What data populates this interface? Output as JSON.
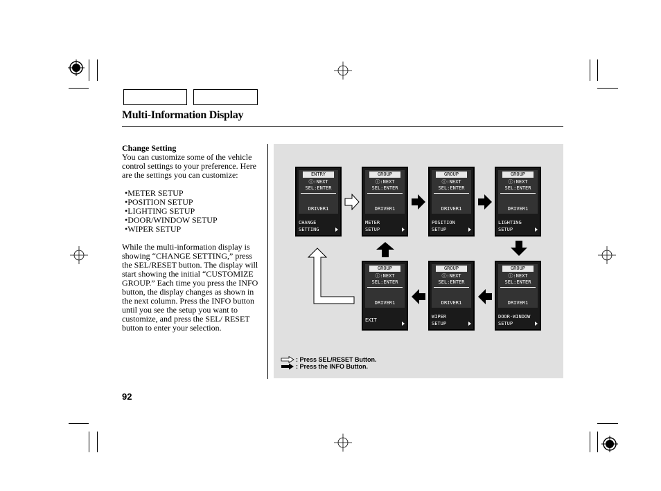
{
  "header": {
    "title": "Multi-Information Display"
  },
  "change_setting": {
    "heading": "Change Setting",
    "intro": "You can customize some of the vehicle control settings to your preference. Here are the settings you can customize:",
    "items": [
      "METER SETUP",
      "POSITION SETUP",
      "LIGHTING SETUP",
      "DOOR/WINDOW SETUP",
      "WIPER SETUP"
    ],
    "body": "While the multi-information display is showing “CHANGE SETTING,” press the SEL/RESET button. The display will start showing the initial “CUSTOMIZE GROUP.” Each time you press the INFO button, the display changes as shown in the next column. Press the INFO button until you see the setup you want to customize, and press the SEL/ RESET button to enter your selection."
  },
  "screens": [
    {
      "group": "ENTRY",
      "line1": "ⓘ:NEXT",
      "line2": "SEL:ENTER",
      "driver": "DRIVER1",
      "bottom1": "CHANGE",
      "bottom2": "SETTING"
    },
    {
      "group": "GROUP",
      "line1": "ⓘ:NEXT",
      "line2": "SEL:ENTER",
      "driver": "DRIVER1",
      "bottom1": "METER",
      "bottom2": "SETUP"
    },
    {
      "group": "GROUP",
      "line1": "ⓘ:NEXT",
      "line2": "SEL:ENTER",
      "driver": "DRIVER1",
      "bottom1": "POSITION",
      "bottom2": "SETUP"
    },
    {
      "group": "GROUP",
      "line1": "ⓘ:NEXT",
      "line2": "SEL:ENTER",
      "driver": "DRIVER1",
      "bottom1": "LIGHTING",
      "bottom2": "SETUP"
    },
    {
      "group": "GROUP",
      "line1": "ⓘ:NEXT",
      "line2": "SEL:ENTER",
      "driver": "DRIVER1",
      "bottom1": "EXIT",
      "bottom2": ""
    },
    {
      "group": "GROUP",
      "line1": "ⓘ:NEXT",
      "line2": "SEL:ENTER",
      "driver": "DRIVER1",
      "bottom1": "WIPER",
      "bottom2": "SETUP"
    },
    {
      "group": "GROUP",
      "line1": "ⓘ:NEXT",
      "line2": "SEL:ENTER",
      "driver": "DRIVER1",
      "bottom1": "DOOR·WINDOW",
      "bottom2": "SETUP"
    }
  ],
  "legend": {
    "sel_reset": ": Press SEL/RESET Button.",
    "info": ": Press the INFO Button."
  },
  "page": {
    "number": "92"
  }
}
